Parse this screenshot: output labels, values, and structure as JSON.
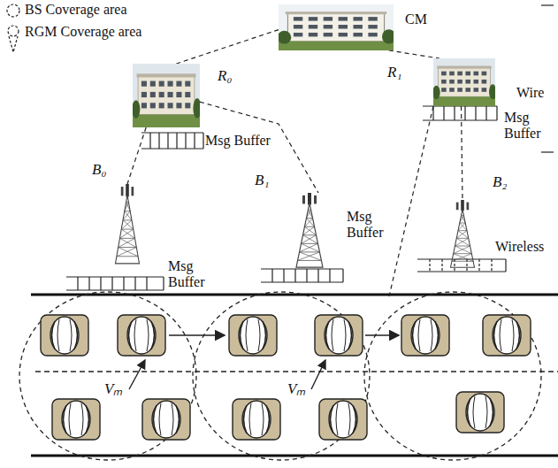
{
  "diagram": {
    "nodes": [
      {
        "text": [
          "CM"
        ]
      },
      {
        "text": [
          "R₀"
        ]
      },
      {
        "text": [
          "R₁"
        ]
      },
      {
        "text": [
          "B₀"
        ]
      },
      {
        "text": [
          "B₁"
        ]
      },
      {
        "text": [
          "B₂"
        ]
      }
    ],
    "edges": [
      {
        "from": 0,
        "to": 1,
        "arrow": "none"
      },
      {
        "from": 0,
        "to": 2,
        "arrow": "none"
      },
      {
        "from": 1,
        "to": 3,
        "arrow": "none"
      },
      {
        "from": 1,
        "to": 4,
        "arrow": "none"
      },
      {
        "from": 2,
        "to": 5,
        "arrow": "none"
      }
    ],
    "labels": [
      "Msg Buffer",
      "Wire",
      "Msg Buffer",
      "Msg Buffer",
      "Msg Buffer",
      "Wireless",
      "Vₘ",
      "Vₘ"
    ],
    "legend": [
      {
        "text": "BS Coverage area"
      },
      {
        "text": "RGM Coverage area"
      }
    ]
  }
}
